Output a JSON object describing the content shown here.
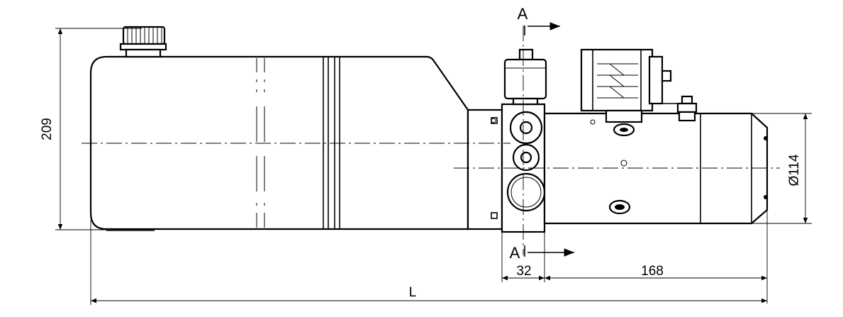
{
  "dimensions": {
    "height_209": "209",
    "diameter_114": "Ø114",
    "width_32": "32",
    "length_168": "168",
    "overall_length": "L"
  },
  "section_marks": {
    "top": "A",
    "bottom": "A"
  }
}
